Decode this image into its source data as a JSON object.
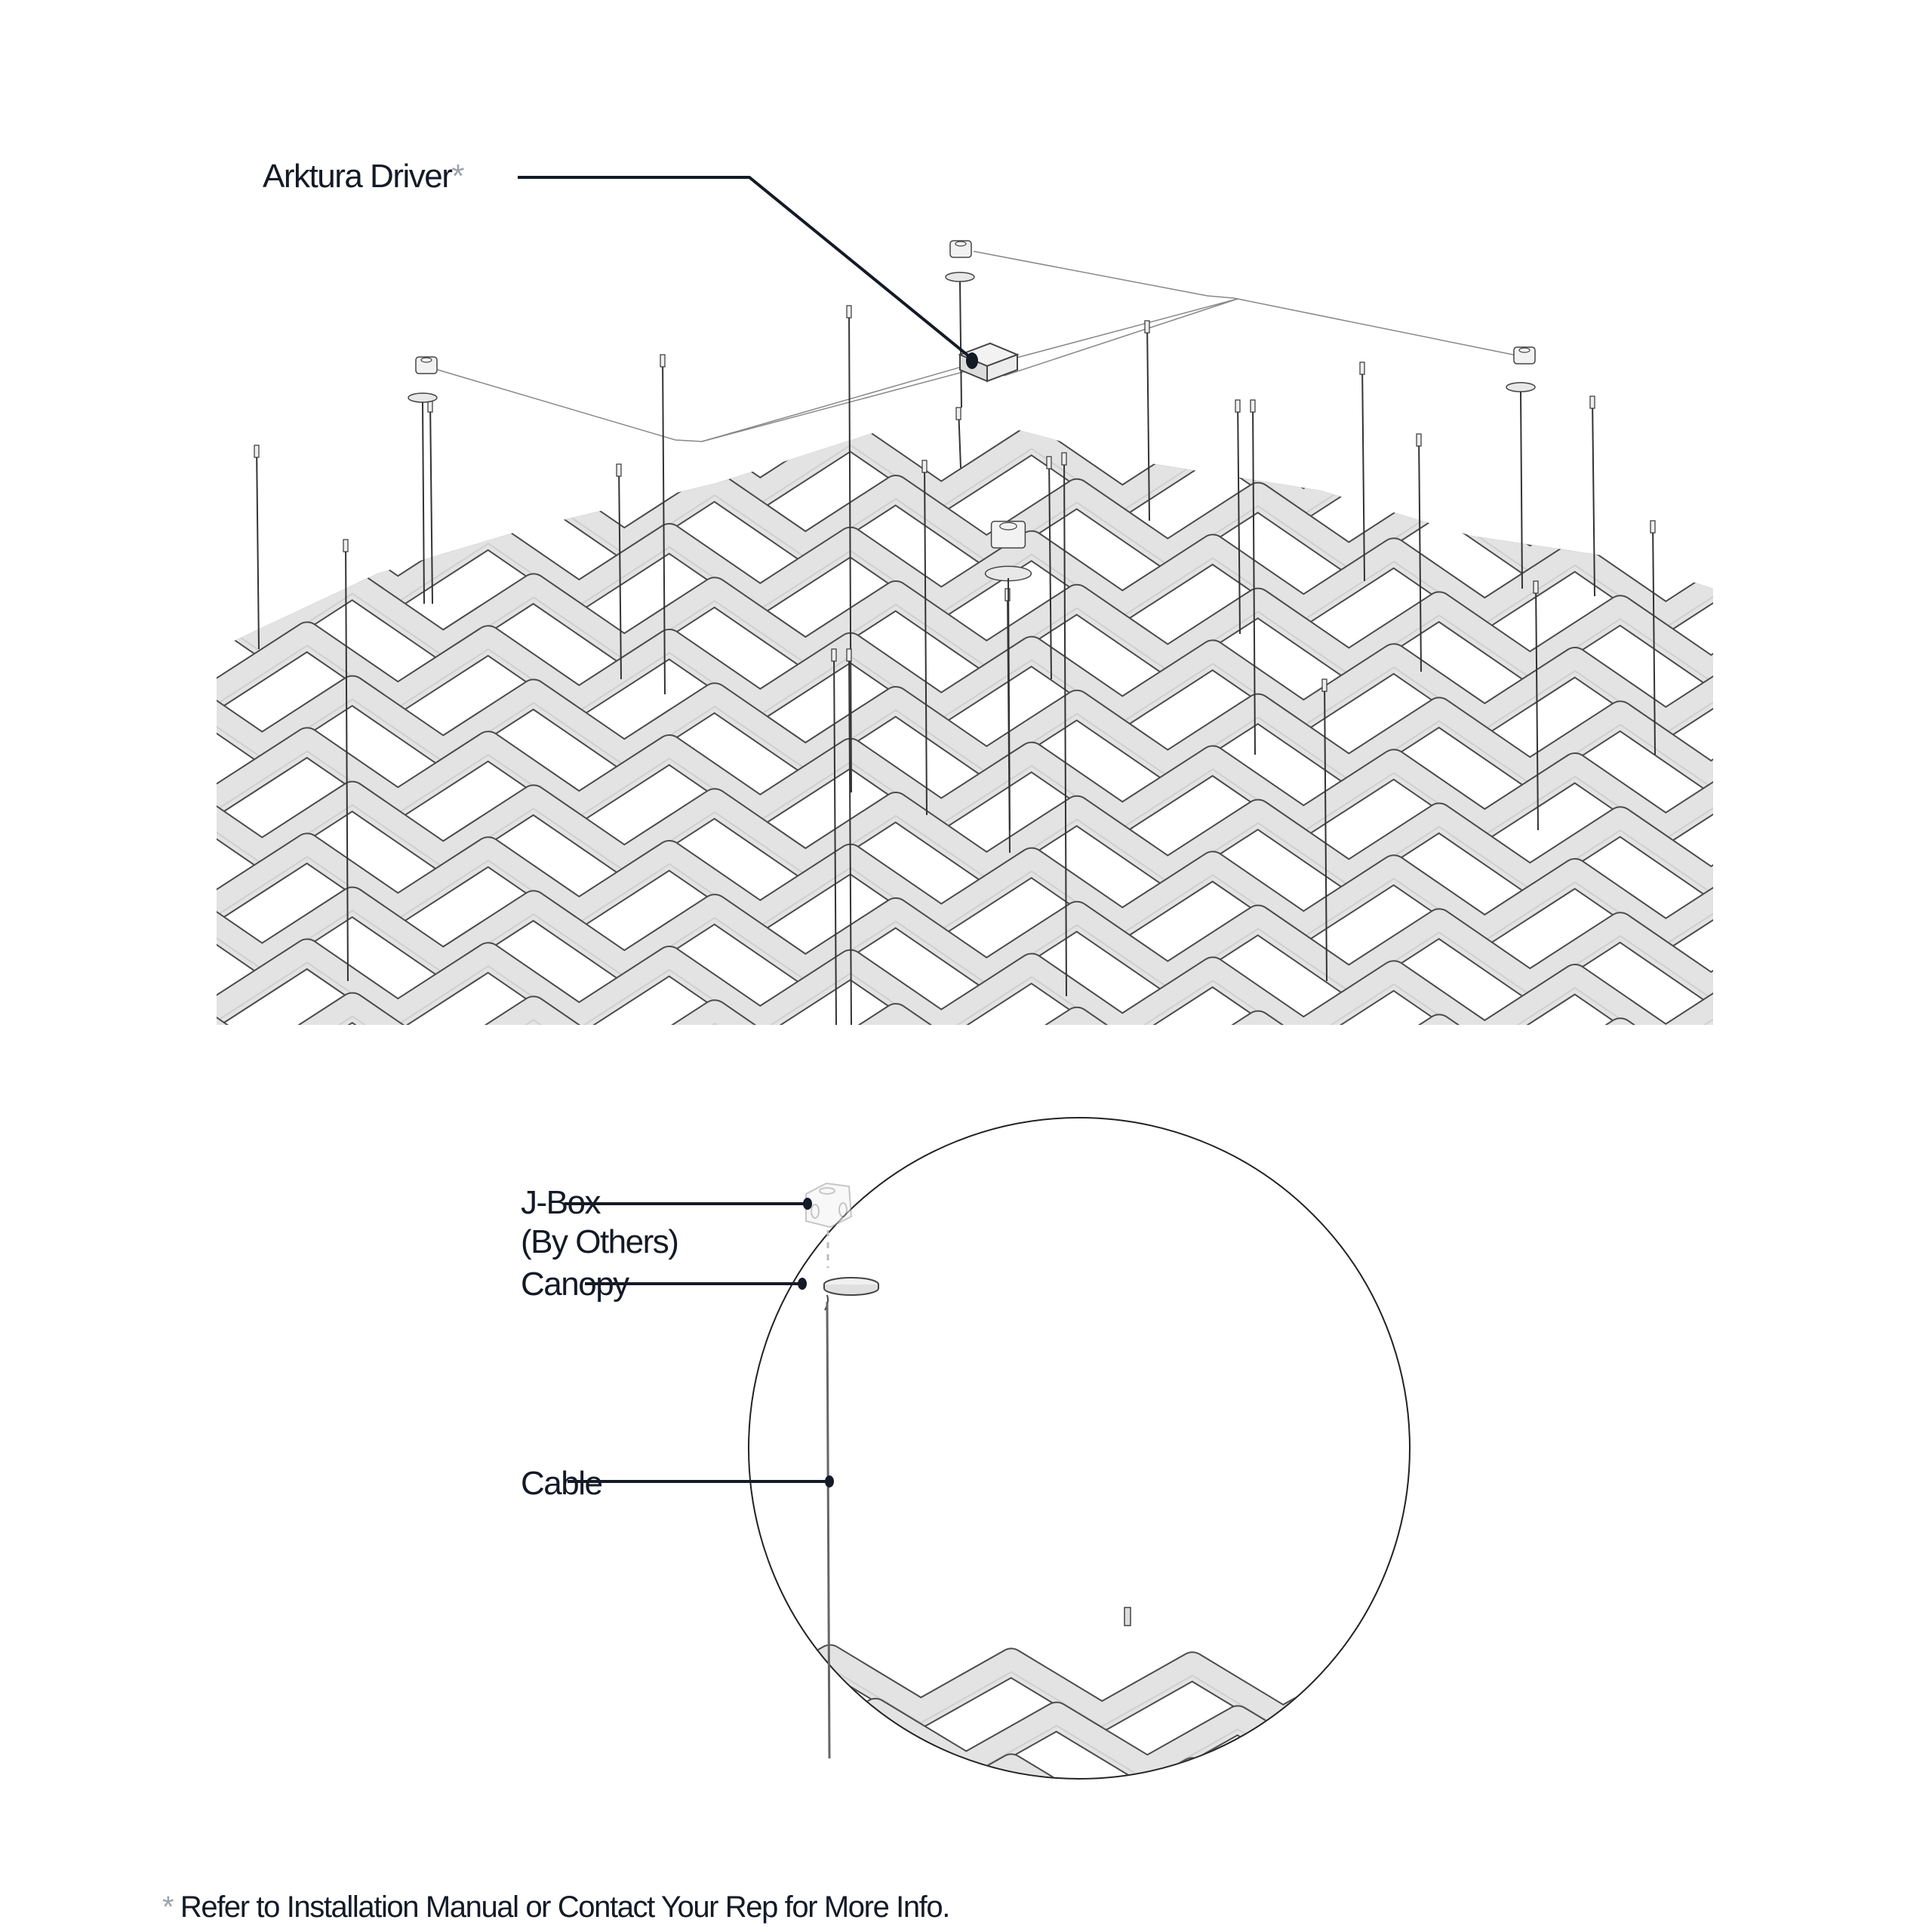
{
  "callouts": {
    "driver": {
      "label": "Arktura Driver",
      "mark": "*"
    },
    "jbox": {
      "label": "J-Box",
      "sublabel": "(By Others)"
    },
    "canopy": {
      "label": "Canopy"
    },
    "cable": {
      "label": "Cable"
    }
  },
  "footnote": {
    "mark": "*",
    "text": "Refer to Installation Manual or Contact Your Rep for More Info."
  },
  "colors": {
    "leader": "#141a26",
    "panel": "#e3e3e3",
    "edge": "#4b4b4b",
    "asterisk": "#9ca3af"
  }
}
